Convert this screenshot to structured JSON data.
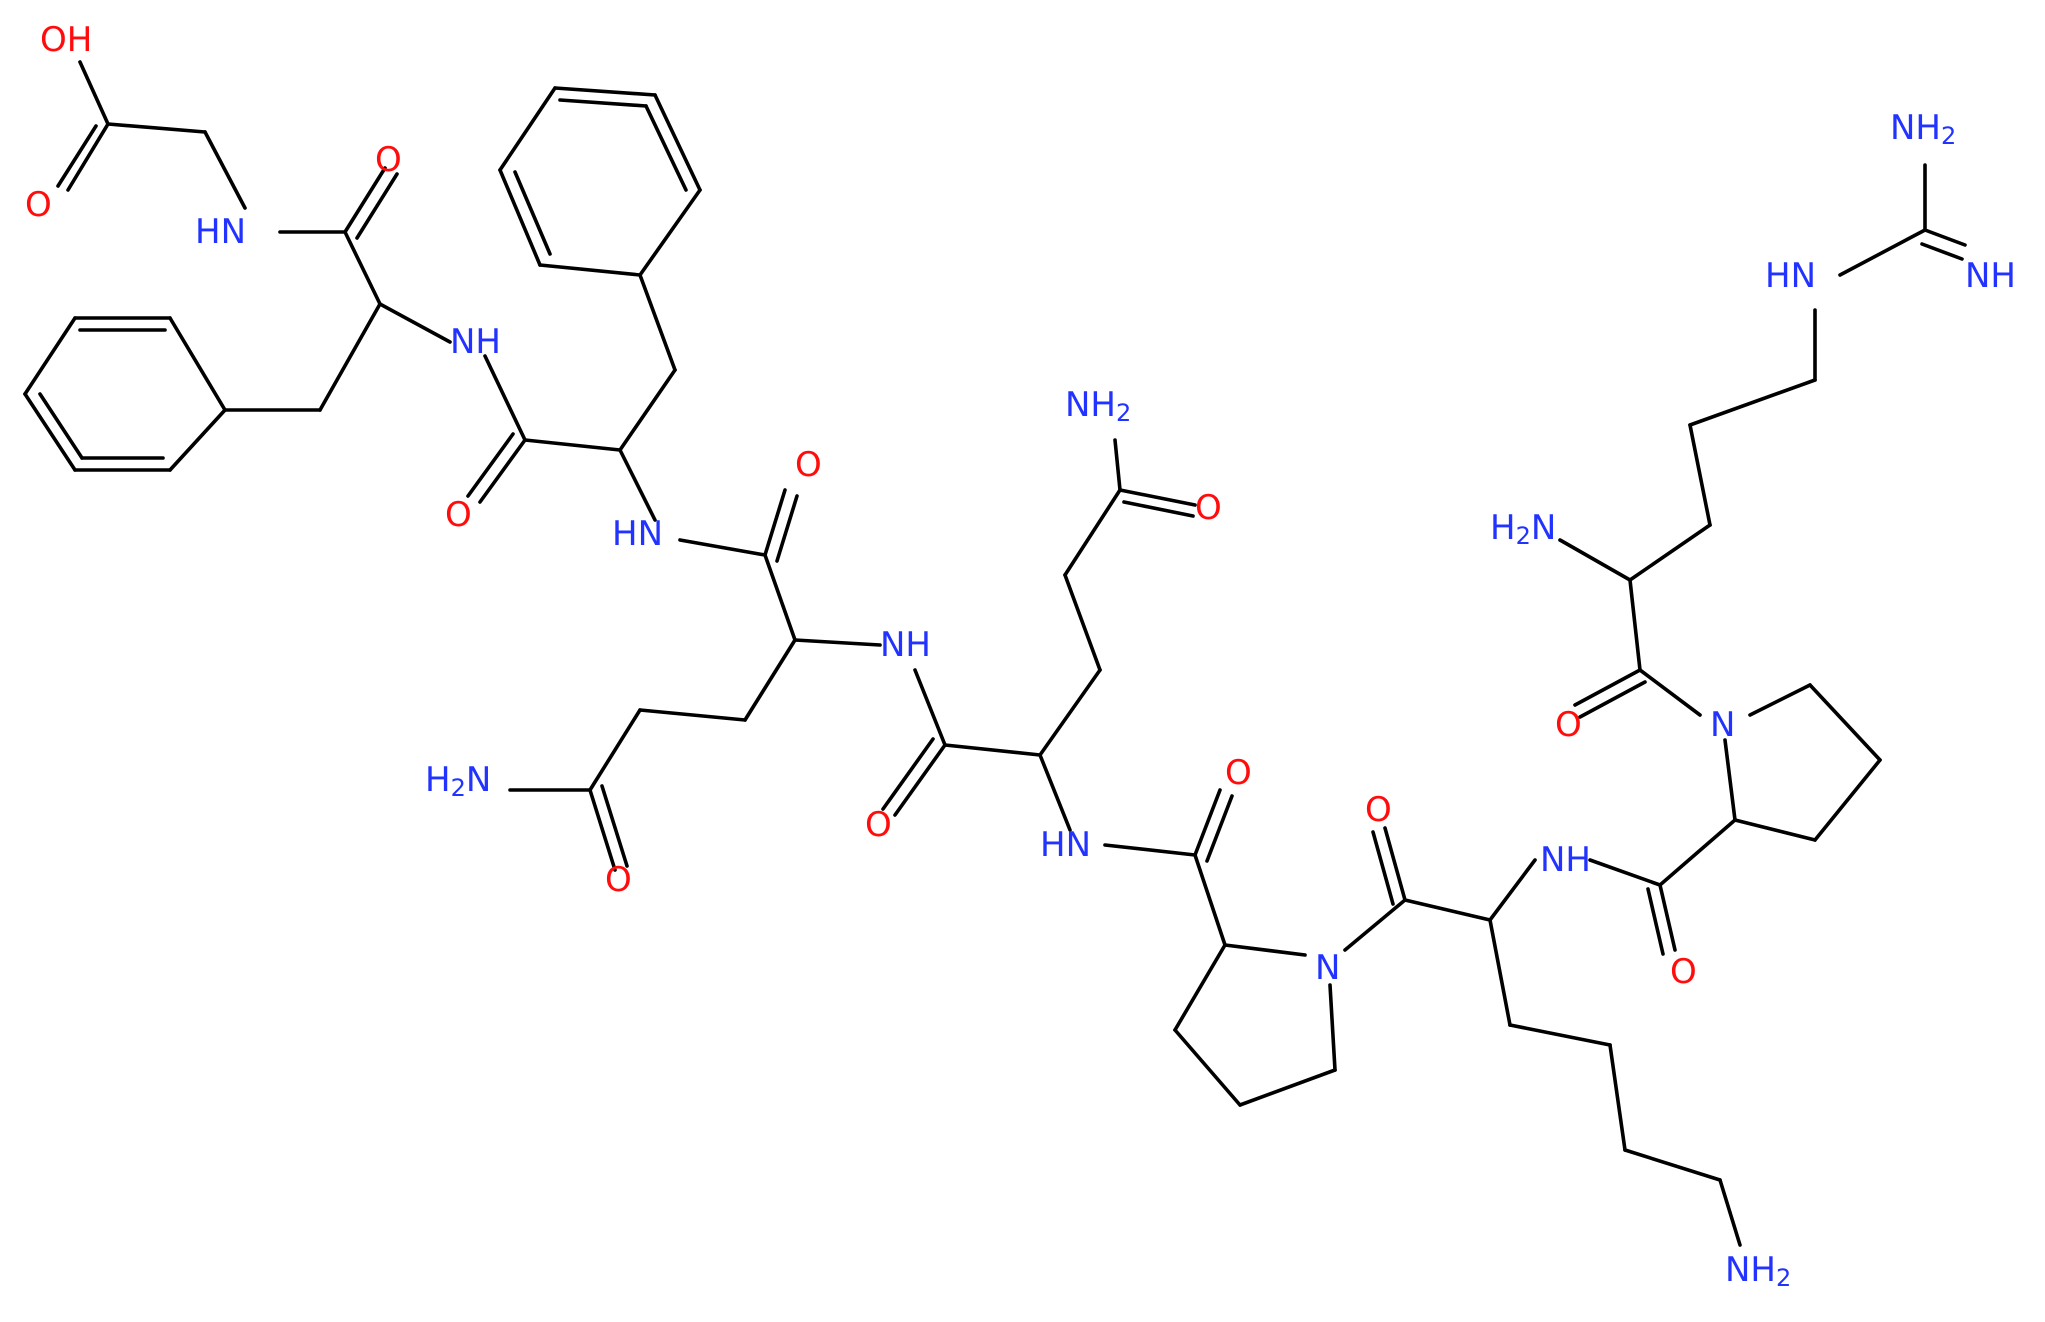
{
  "colors": {
    "bond": "#000000",
    "N": "#2233ff",
    "O": "#ff0d0d",
    "background": "#ffffff"
  },
  "atoms": [
    {
      "id": "a0",
      "label": "OH",
      "element": "O"
    },
    {
      "id": "a1",
      "label": "O",
      "element": "O"
    },
    {
      "id": "a2",
      "label": "O",
      "element": "O"
    },
    {
      "id": "a3",
      "label": "HN",
      "element": "N"
    },
    {
      "id": "a4",
      "label": "NH",
      "element": "N"
    },
    {
      "id": "a5",
      "label": "O",
      "element": "O"
    },
    {
      "id": "a6",
      "label": "HN",
      "element": "N"
    },
    {
      "id": "a7",
      "label": "O",
      "element": "O"
    },
    {
      "id": "a8",
      "label": "NH",
      "element": "N"
    },
    {
      "id": "a9",
      "label": "NH2",
      "element": "N"
    },
    {
      "id": "a10",
      "label": "O",
      "element": "O"
    },
    {
      "id": "a11",
      "label": "H2N",
      "element": "N"
    },
    {
      "id": "a12",
      "label": "O",
      "element": "O"
    },
    {
      "id": "a13",
      "label": "O",
      "element": "O"
    },
    {
      "id": "a14",
      "label": "O",
      "element": "O"
    },
    {
      "id": "a15",
      "label": "HN",
      "element": "N"
    },
    {
      "id": "a16",
      "label": "O",
      "element": "O"
    },
    {
      "id": "a17",
      "label": "N",
      "element": "N"
    },
    {
      "id": "a18",
      "label": "NH",
      "element": "N"
    },
    {
      "id": "a19",
      "label": "O",
      "element": "O"
    },
    {
      "id": "a20",
      "label": "NH2",
      "element": "N"
    },
    {
      "id": "a21",
      "label": "N",
      "element": "N"
    },
    {
      "id": "a22",
      "label": "O",
      "element": "O"
    },
    {
      "id": "a23",
      "label": "H2N",
      "element": "N"
    },
    {
      "id": "a24",
      "label": "NH2",
      "element": "N"
    },
    {
      "id": "a25",
      "label": "HN",
      "element": "N"
    },
    {
      "id": "a26",
      "label": "NH",
      "element": "N"
    }
  ]
}
